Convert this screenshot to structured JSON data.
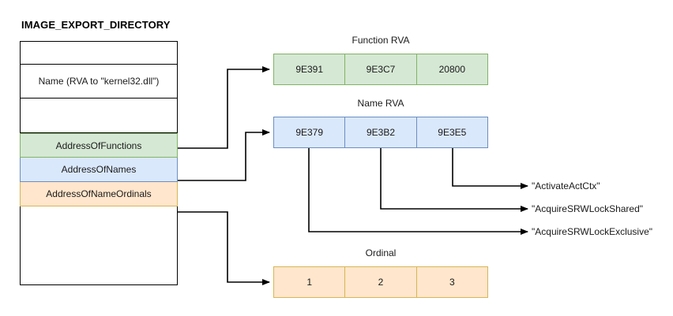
{
  "diagram": {
    "title": "IMAGE_EXPORT_DIRECTORY",
    "type": "pe-export-directory-diagram"
  },
  "colors": {
    "function_fill": "#d5e8d4",
    "function_stroke": "#82b366",
    "name_fill": "#dae8fc",
    "name_stroke": "#6c8ebf",
    "ordinal_fill": "#ffe6cc",
    "ordinal_stroke": "#d6b656",
    "text": "#1a1a1a",
    "line": "#000000",
    "background": "#ffffff"
  },
  "struct_table": {
    "rows": [
      {
        "label": "",
        "kind": "empty"
      },
      {
        "label": "Name (RVA to \"kernel32.dll\")",
        "kind": "field"
      },
      {
        "label": "",
        "kind": "empty"
      },
      {
        "label": "AddressOfFunctions",
        "kind": "pointer",
        "color": "green"
      },
      {
        "label": "AddressOfNames",
        "kind": "pointer",
        "color": "blue"
      },
      {
        "label": "AddressOfNameOrdinals",
        "kind": "pointer",
        "color": "orange"
      },
      {
        "label": "",
        "kind": "empty"
      }
    ]
  },
  "arrays": {
    "function_rva": {
      "title": "Function RVA",
      "cells": [
        "9E391",
        "9E3C7",
        "20800"
      ]
    },
    "name_rva": {
      "title": "Name RVA",
      "cells": [
        "9E379",
        "9E3B2",
        "9E3E5"
      ]
    },
    "ordinal": {
      "title": "Ordinal",
      "cells": [
        "1",
        "2",
        "3"
      ]
    }
  },
  "strings": [
    "\"ActivateActCtx\"",
    "\"AcquireSRWLockShared\"",
    "\"AcquireSRWLockExclusive\""
  ]
}
